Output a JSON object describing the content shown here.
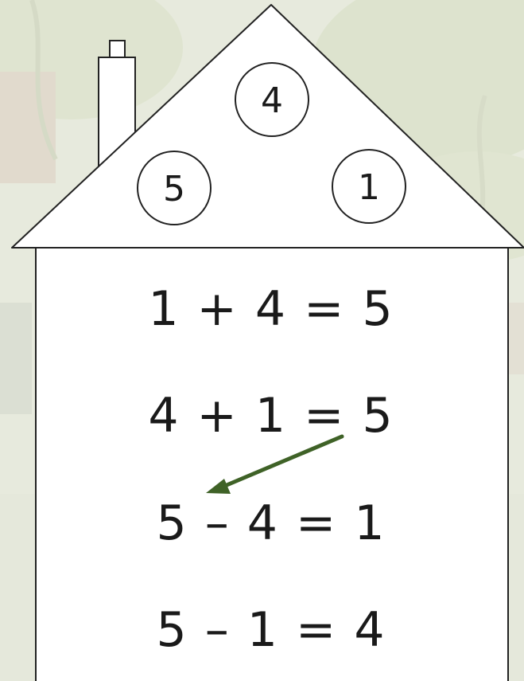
{
  "roof": {
    "top_number": "4",
    "left_number": "5",
    "right_number": "1"
  },
  "equations": [
    {
      "text": "1 + 4 = 5"
    },
    {
      "text": "4 + 1 = 5"
    },
    {
      "text": "5 – 4 = 1"
    },
    {
      "text": "5 – 1 = 4"
    }
  ],
  "colors": {
    "arrow": "#3f6227",
    "background": "#e9ece0",
    "outline": "#222222"
  }
}
